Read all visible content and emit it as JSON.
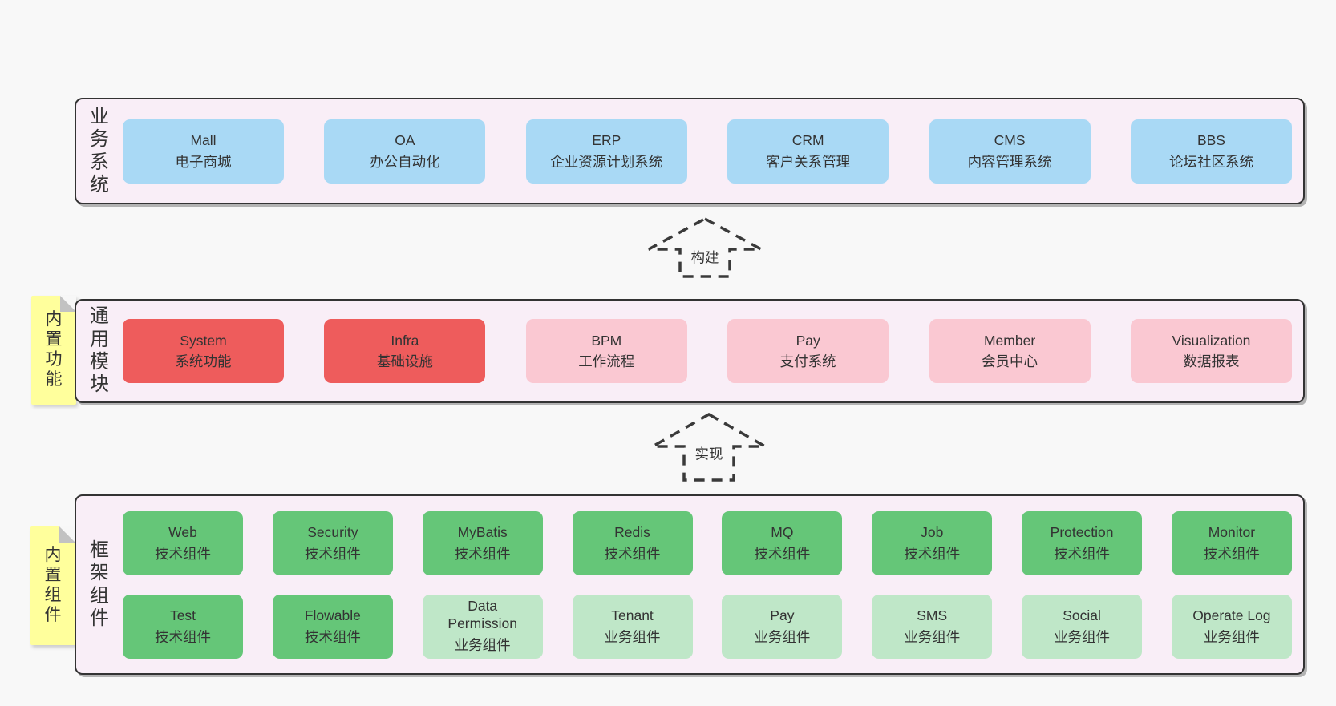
{
  "colors": {
    "page_bg": "#f8f8f8",
    "layer_bg": "#f9eef7",
    "layer_border": "#333333",
    "blue_node": "#a9d9f5",
    "red_node": "#ee5c5c",
    "pink_node": "#fac8d2",
    "green_node": "#65c678",
    "light_green_node": "#bfe7c8",
    "sticky_yellow": "#ffff9c",
    "text": "#333333"
  },
  "arrows": [
    {
      "label": "构建"
    },
    {
      "label": "实现"
    }
  ],
  "layers": [
    {
      "label": "业务系统",
      "boxes": [
        {
          "name": "Mall",
          "subtitle": "电子商城"
        },
        {
          "name": "OA",
          "subtitle": "办公自动化"
        },
        {
          "name": "ERP",
          "subtitle": "企业资源计划系统"
        },
        {
          "name": "CRM",
          "subtitle": "客户关系管理"
        },
        {
          "name": "CMS",
          "subtitle": "内容管理系统"
        },
        {
          "name": "BBS",
          "subtitle": "论坛社区系统"
        }
      ]
    },
    {
      "label": "通用模块",
      "sticky": "内置功能",
      "boxes": [
        {
          "name": "System",
          "subtitle": "系统功能"
        },
        {
          "name": "Infra",
          "subtitle": "基础设施"
        },
        {
          "name": "BPM",
          "subtitle": "工作流程"
        },
        {
          "name": "Pay",
          "subtitle": "支付系统"
        },
        {
          "name": "Member",
          "subtitle": "会员中心"
        },
        {
          "name": "Visualization",
          "subtitle": "数据报表"
        }
      ]
    },
    {
      "label": "框架组件",
      "sticky": "内置组件",
      "rows": [
        [
          {
            "name": "Web",
            "subtitle": "技术组件"
          },
          {
            "name": "Security",
            "subtitle": "技术组件"
          },
          {
            "name": "MyBatis",
            "subtitle": "技术组件"
          },
          {
            "name": "Redis",
            "subtitle": "技术组件"
          },
          {
            "name": "MQ",
            "subtitle": "技术组件"
          },
          {
            "name": "Job",
            "subtitle": "技术组件"
          },
          {
            "name": "Protection",
            "subtitle": "技术组件"
          },
          {
            "name": "Monitor",
            "subtitle": "技术组件"
          }
        ],
        [
          {
            "name": "Test",
            "subtitle": "技术组件"
          },
          {
            "name": "Flowable",
            "subtitle": "技术组件"
          },
          {
            "name": "Data Permission",
            "subtitle": "业务组件"
          },
          {
            "name": "Tenant",
            "subtitle": "业务组件"
          },
          {
            "name": "Pay",
            "subtitle": "业务组件"
          },
          {
            "name": "SMS",
            "subtitle": "业务组件"
          },
          {
            "name": "Social",
            "subtitle": "业务组件"
          },
          {
            "name": "Operate Log",
            "subtitle": "业务组件"
          }
        ]
      ]
    }
  ]
}
